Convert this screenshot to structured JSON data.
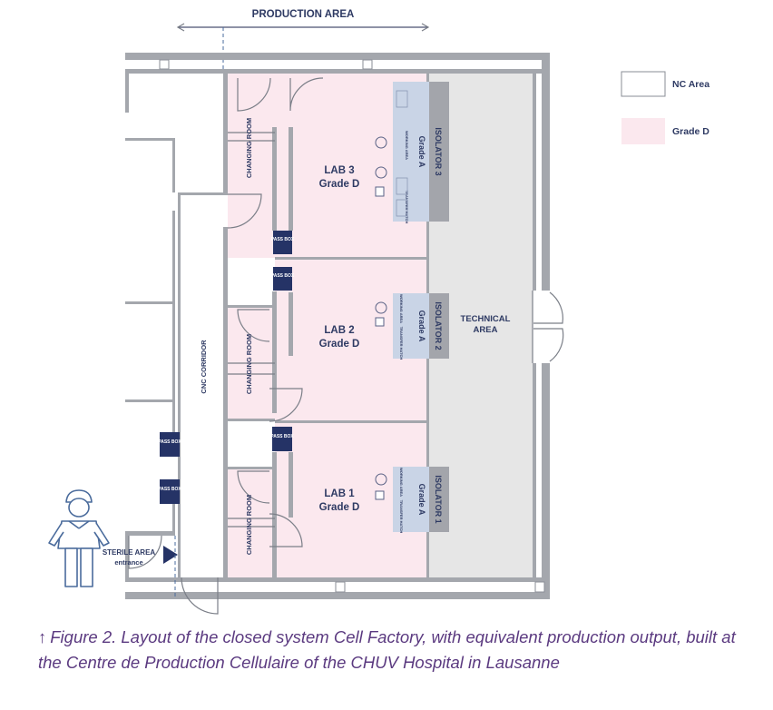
{
  "header": {
    "production_area": "PRODUCTION AREA"
  },
  "legend": [
    {
      "label": "NC Area",
      "color": "#ffffff"
    },
    {
      "label": "Grade D",
      "color": "#fbe8ee"
    }
  ],
  "labs": [
    {
      "name": "LAB 3",
      "grade": "Grade D",
      "isolator": "ISOLATOR 3",
      "isolator_grade": "Grade A"
    },
    {
      "name": "LAB 2",
      "grade": "Grade D",
      "isolator": "ISOLATOR 2",
      "isolator_grade": "Grade A"
    },
    {
      "name": "LAB 1",
      "grade": "Grade D",
      "isolator": "ISOLATOR 1",
      "isolator_grade": "Grade A"
    }
  ],
  "isolator_zones": {
    "working_area": "WORKING AREA",
    "transfer_hatch": "TRANSFER HATCH"
  },
  "changing_room": "CHANGING ROOM",
  "pass_box": "PASS BOX",
  "cnc_corridor": "CNC CORRIDOR",
  "technical_area": [
    "TECHNICAL",
    "AREA"
  ],
  "sterile_area": "STERILE AREA",
  "entrance": "entrance",
  "caption": {
    "arrow": "↑",
    "text": "Figure 2. Layout of the closed system Cell Factory, with equivalent production output, built at the Centre de Production Cellulaire of the CHUV Hospital in Lausanne"
  },
  "colors": {
    "grade_d": "#fbe8ee",
    "technical": "#e6e6e6",
    "isolator": "#c9d4e6",
    "isolator_bar": "#a3a5ab",
    "pass_box": "#253366",
    "text": "#2e3a63",
    "caption": "#5b3a80"
  }
}
